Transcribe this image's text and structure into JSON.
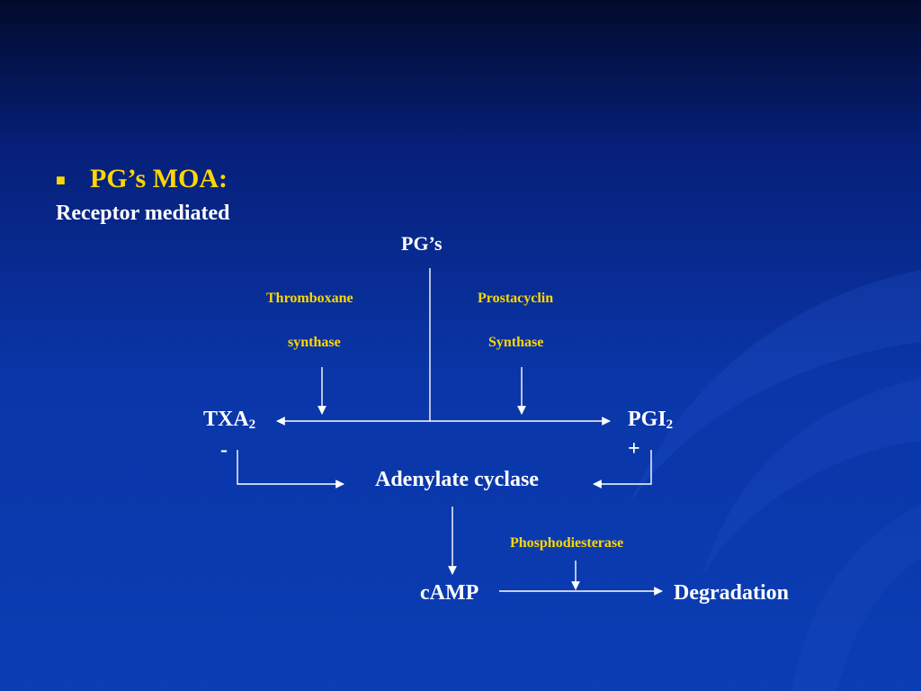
{
  "slide": {
    "bullet": "■",
    "heading": "PG’s MOA:",
    "subheading": "Receptor mediated"
  },
  "diagram": {
    "root": "PG’s",
    "enzyme_left_line1": "Thromboxane",
    "enzyme_left_line2": "synthase",
    "enzyme_right_line1": "Prostacyclin",
    "enzyme_right_line2": "Synthase",
    "txa_label": "TXA",
    "txa_sub": "2",
    "txa_sign": "-",
    "pgi_label": "PGI",
    "pgi_sub": "2",
    "pgi_sign": "+",
    "adenylate": "Adenylate cyclase",
    "pde": "Phosphodiesterase",
    "camp": "cAMP",
    "degradation": "Degradation"
  },
  "colors": {
    "heading": "#ffd700",
    "enzyme": "#ffd700",
    "text": "#ffffff",
    "line": "#ffffff"
  }
}
